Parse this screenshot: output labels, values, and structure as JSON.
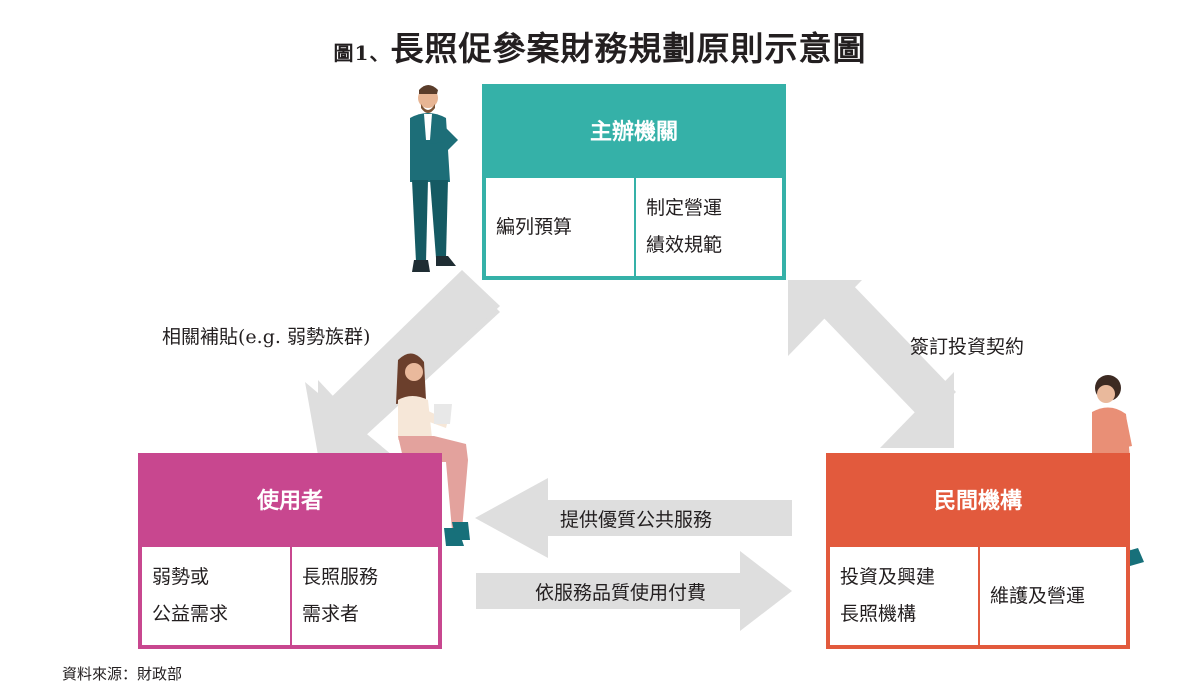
{
  "title": {
    "prefix": "圖1、",
    "main": "長照促參案財務規劃原則示意圖"
  },
  "colors": {
    "teal": "#35b1a8",
    "magenta": "#c8478f",
    "orange": "#e25a3d",
    "arrow": "#dedede"
  },
  "boxes": {
    "authority": {
      "title": "主辦機關",
      "left": "編列預算",
      "right_line1": "制定營運",
      "right_line2": "績效規範"
    },
    "user": {
      "title": "使用者",
      "left_line1": "弱勢或",
      "left_line2": "公益需求",
      "right_line1": "長照服務",
      "right_line2": "需求者"
    },
    "private": {
      "title": "民間機構",
      "left_line1": "投資及興建",
      "left_line2": "長照機構",
      "right": "維護及營運"
    }
  },
  "arrows": {
    "subsidy": "相關補貼(e.g. 弱勢族群)",
    "contract": "簽訂投資契約",
    "service": "提供優質公共服務",
    "payment": "依服務品質使用付費"
  },
  "source": "資料來源：財政部"
}
